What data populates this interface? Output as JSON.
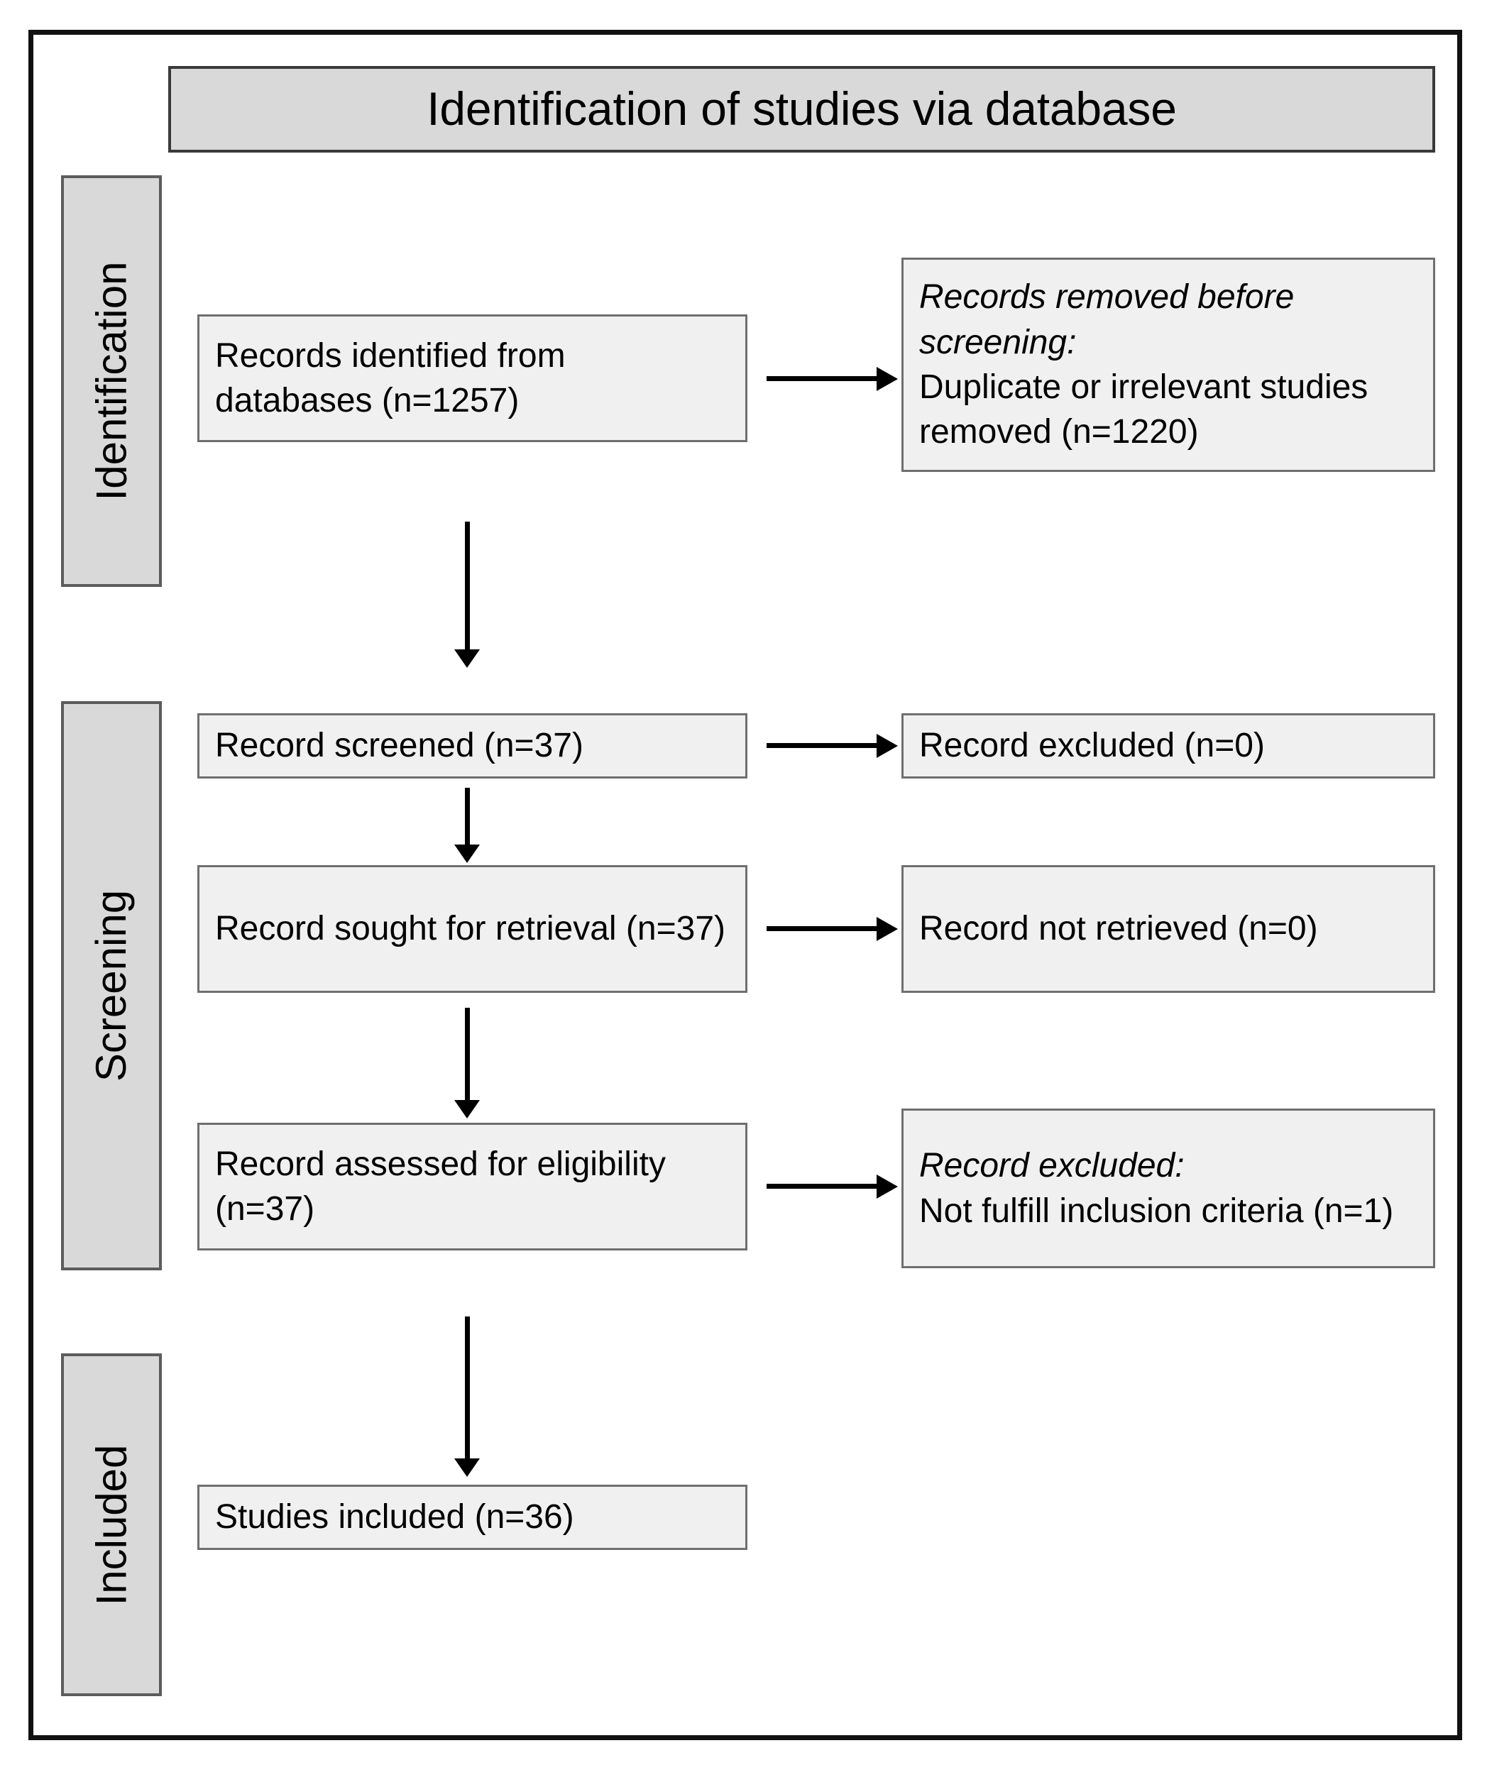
{
  "diagram": {
    "title": "Identification of studies via database",
    "stages": [
      {
        "id": "identification",
        "label": "Identification"
      },
      {
        "id": "screening",
        "label": "Screening"
      },
      {
        "id": "included",
        "label": "Included"
      }
    ],
    "nodes": {
      "identified": {
        "text": "Records identified from databases (n=1257)",
        "count": 1257
      },
      "removed": {
        "emphasis": "Records removed before screening:",
        "text": "Duplicate or irrelevant studies removed (n=1220)",
        "count": 1220
      },
      "screened": {
        "text": "Record screened (n=37)",
        "count": 37
      },
      "excluded_screening": {
        "text": "Record excluded (n=0)",
        "count": 0
      },
      "sought": {
        "text": "Record sought for retrieval (n=37)",
        "count": 37
      },
      "not_retrieved": {
        "text": "Record not retrieved (n=0)",
        "count": 0
      },
      "assessed": {
        "text": "Record assessed for eligibility (n=37)",
        "count": 37
      },
      "excluded_eligibility": {
        "emphasis": "Record excluded:",
        "text": "Not fulfill inclusion criteria (n=1)",
        "count": 1
      },
      "included": {
        "text": "Studies included (n=36)",
        "count": 36
      }
    },
    "colors": {
      "stage_fill": "#d9d9d9",
      "node_fill": "#f0f0f0",
      "node_border": "#6f6f6f",
      "frame": "#111111",
      "arrow": "#000000"
    }
  }
}
